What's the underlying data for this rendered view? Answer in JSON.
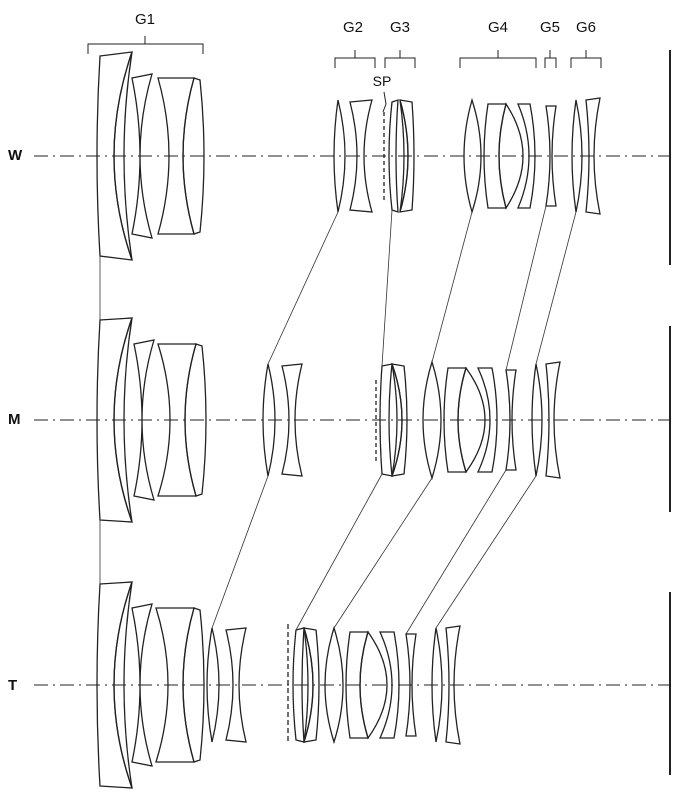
{
  "positions": [
    {
      "label": "W"
    },
    {
      "label": "M"
    },
    {
      "label": "T"
    }
  ],
  "groups": [
    {
      "label": "G1"
    },
    {
      "label": "G2"
    },
    {
      "label": "G3"
    },
    {
      "label": "G4"
    },
    {
      "label": "G5"
    },
    {
      "label": "G6"
    }
  ],
  "stop_label": "SP"
}
